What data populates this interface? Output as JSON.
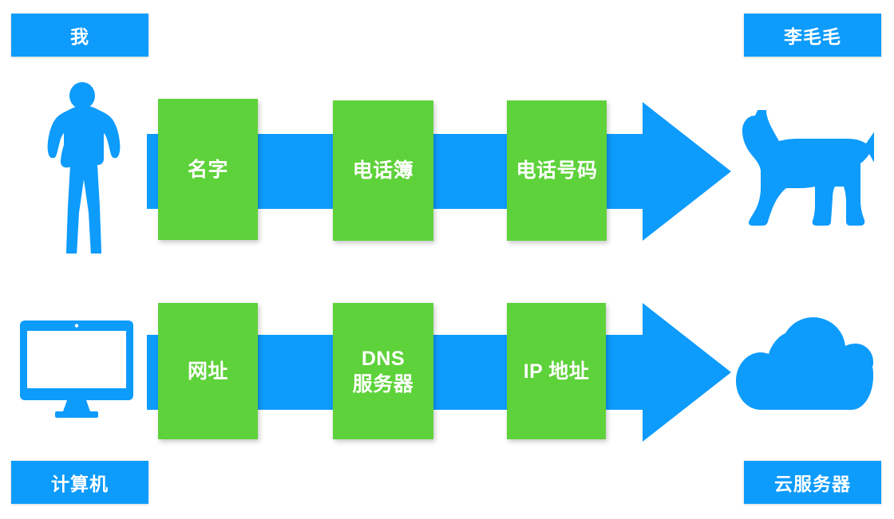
{
  "diagram": {
    "title_hidden": "",
    "colors": {
      "blue": "#0d9bfc",
      "green": "#5ed23a",
      "text_on_fill": "#ffffff",
      "background": "#ffffff"
    },
    "rows": [
      {
        "id": "analogy-row",
        "source_caption": "我",
        "target_caption": "李毛毛",
        "source_icon": "person-icon",
        "target_icon": "cat-icon",
        "steps": [
          "名字",
          "电话簿",
          "电话号码"
        ]
      },
      {
        "id": "technical-row",
        "source_caption": "计算机",
        "target_caption": "云服务器",
        "source_icon": "monitor-icon",
        "target_icon": "cloud-icon",
        "steps": [
          "网址",
          "DNS\n服务器",
          "IP 地址"
        ]
      }
    ]
  }
}
